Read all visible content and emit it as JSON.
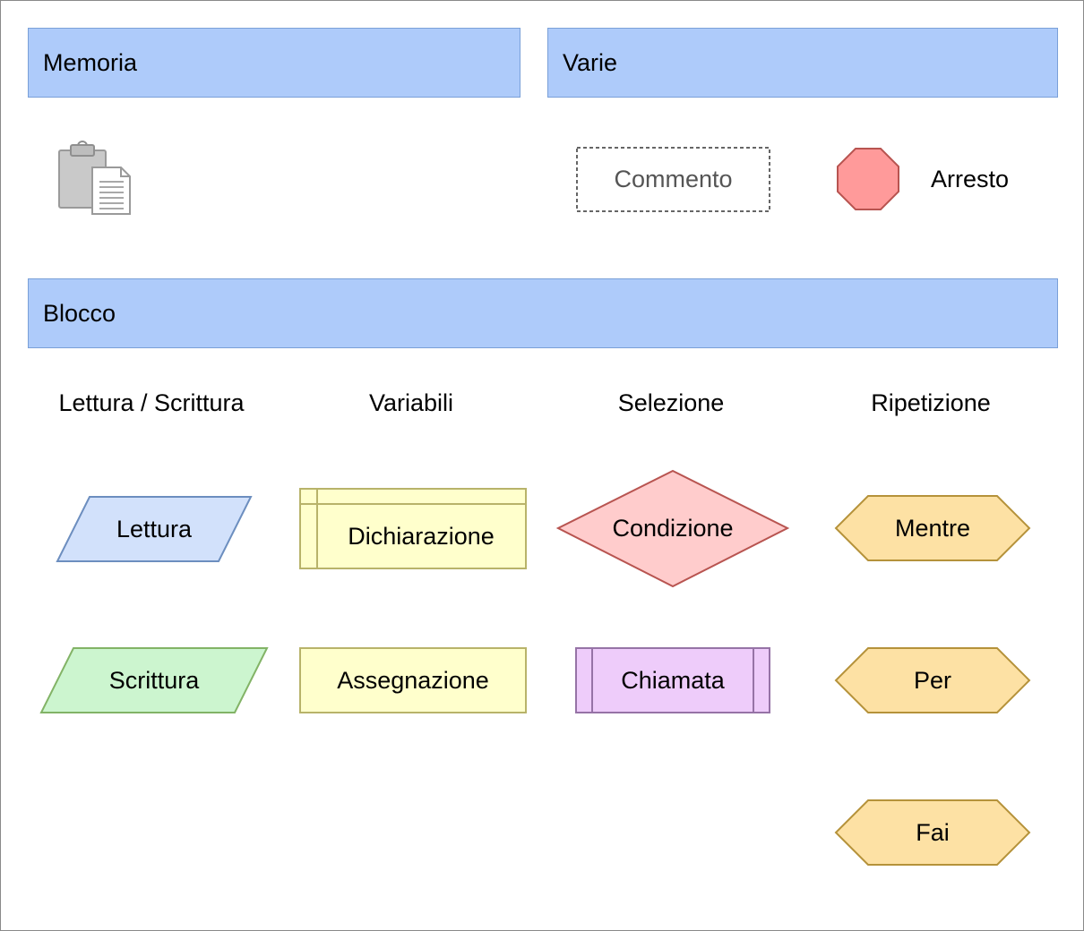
{
  "headers": {
    "memoria": "Memoria",
    "varie": "Varie",
    "blocco": "Blocco"
  },
  "varie": {
    "comment_label": "Commento",
    "stop_label": "Arresto"
  },
  "columns": {
    "io": "Lettura / Scrittura",
    "variables": "Variabili",
    "selection": "Selezione",
    "repetition": "Ripetizione"
  },
  "blocks": {
    "read": "Lettura",
    "write": "Scrittura",
    "declaration": "Dichiarazione",
    "assignment": "Assegnazione",
    "condition": "Condizione",
    "call": "Chiamata",
    "while": "Mentre",
    "for": "Per",
    "do": "Fai"
  },
  "icons": {
    "memory": "clipboard-paste-icon",
    "stop": "stop-octagon-icon"
  },
  "colors": {
    "header": "#aecbfa",
    "read": "#d2e1fb",
    "write": "#ccf5cf",
    "variables": "#ffffcc",
    "condition": "#ffcccc",
    "call": "#eeccfa",
    "repetition": "#fde1a4",
    "stop": "#ff9a9a"
  }
}
